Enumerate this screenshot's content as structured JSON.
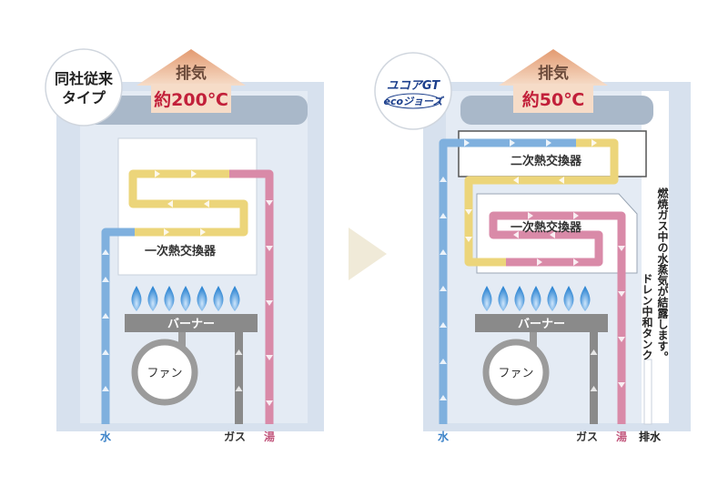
{
  "left": {
    "badge_line1": "同社従来",
    "badge_line2": "タイプ",
    "exhaust_label": "排気",
    "exhaust_temp": "約200℃",
    "primary_hx_label": "一次熱交換器",
    "burner_label": "バーナー",
    "fan_label": "ファン",
    "water_label": "水",
    "gas_label": "ガス",
    "hot_water_label": "湯"
  },
  "right": {
    "logo_line1": "ユコアGT",
    "logo_line2": "ecoジョーズ",
    "exhaust_label": "排気",
    "exhaust_temp": "約50℃",
    "secondary_hx_label": "二次熱交換器",
    "primary_hx_label": "一次熱交換器",
    "burner_label": "バーナー",
    "fan_label": "ファン",
    "water_label": "水",
    "gas_label": "ガス",
    "hot_water_label": "湯",
    "drain_label": "排水",
    "condensation_note": "燃焼ガス中の水蒸気が結露します。",
    "drain_tank_label": "ドレン中和タンク"
  },
  "colors": {
    "panel": "#d7e1ee",
    "panel_inner": "#e6edf5",
    "water_pipe": "#7fb0de",
    "hot_pipe": "#d98aa8",
    "primary_loop": "#ecd57a",
    "gas_pipe": "#8a8a8a",
    "burner": "#8a8a8a",
    "flame": "#3b8fd6",
    "exhaust_arrow": "#e9b38c",
    "temp_text": "#c2203a",
    "forward_arrow": "#f0ead8"
  }
}
